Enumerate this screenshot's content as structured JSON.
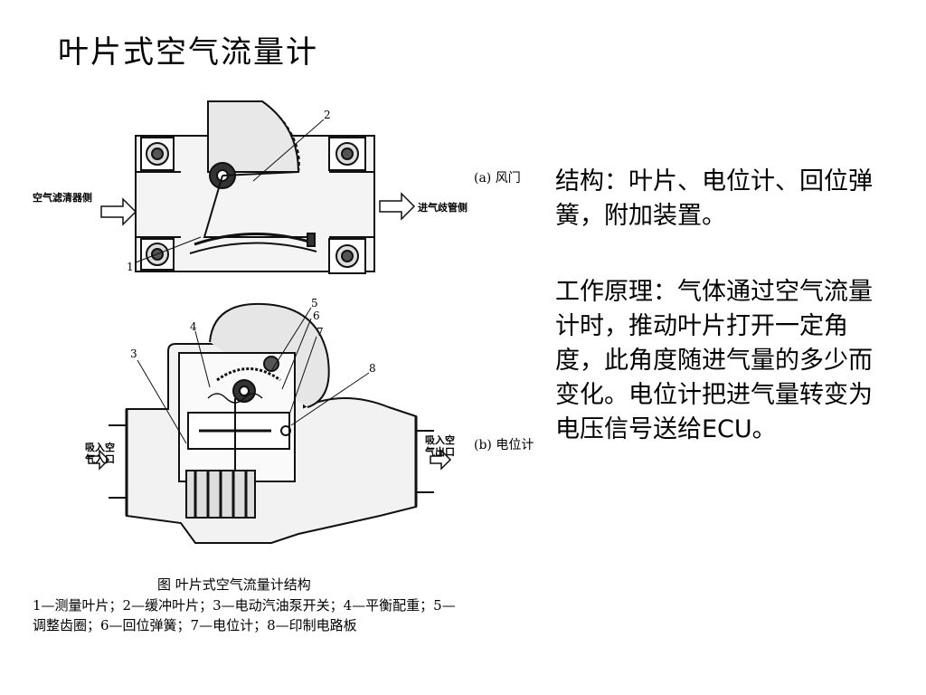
{
  "title": "叶片式空气流量计",
  "diagram_a": {
    "caption": "(a) 风门",
    "inlet_label": "空气滤清器侧",
    "outlet_label": "进气歧管侧",
    "numbers": [
      "1",
      "2"
    ]
  },
  "diagram_b": {
    "caption": "(b) 电位计",
    "inlet_label_1": "吸入空",
    "inlet_label_2": "气入口",
    "outlet_label_1": "吸入空",
    "outlet_label_2": "气出口",
    "numbers": [
      "3",
      "4",
      "5",
      "6",
      "7",
      "8"
    ]
  },
  "paragraph_1": "结构：叶片、电位计、回位弹簧，附加装置。",
  "paragraph_2": "工作原理：气体通过空气流量计时，推动叶片打开一定角度，此角度随进气量的多少而变化。电位计把进气量转变为电压信号送给ECU。",
  "figure_caption": "图  叶片式空气流量计结构",
  "legend": "1—测量叶片；2—缓冲叶片；3—电动汽油泵开关；4—平衡配重；5—调整齿圈；6—回位弹簧；7—电位计；8—印制电路板"
}
